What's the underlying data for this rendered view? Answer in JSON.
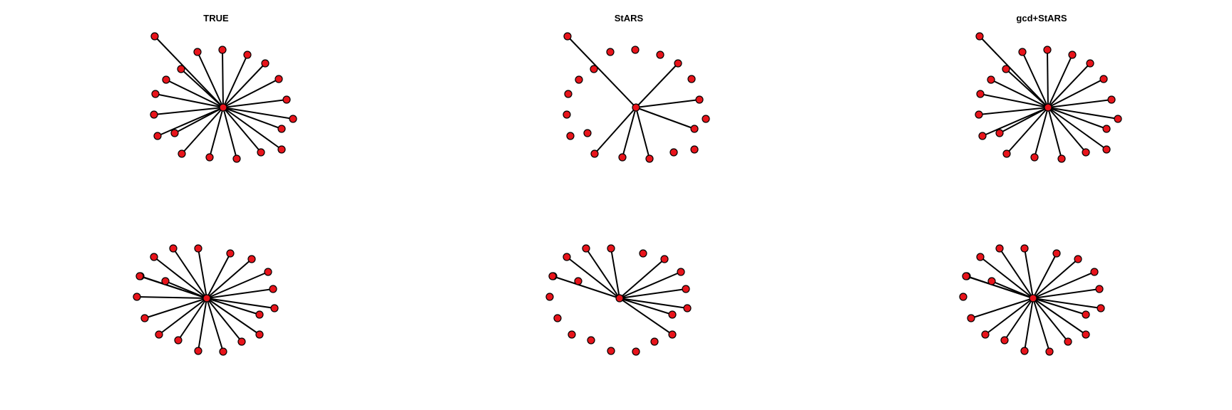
{
  "colors": {
    "node_fill": "#e8141b",
    "node_stroke": "#000000",
    "edge": "#000000",
    "background": "#ffffff"
  },
  "panels": [
    {
      "title": "TRUE",
      "network": "star-1",
      "node_count": 21,
      "hub": 0,
      "edges_to": [
        1,
        2,
        3,
        4,
        5,
        6,
        7,
        8,
        9,
        10,
        11,
        12,
        13,
        14,
        15,
        16,
        17,
        18,
        19,
        20
      ]
    },
    {
      "title": "StARS",
      "network": "star-1",
      "node_count": 21,
      "hub": 0,
      "edges_to": [
        1,
        7,
        9,
        11,
        14,
        15,
        16
      ]
    },
    {
      "title": "gcd+StARS",
      "network": "star-1",
      "node_count": 21,
      "hub": 0,
      "edges_to": [
        1,
        2,
        3,
        4,
        5,
        6,
        7,
        8,
        9,
        10,
        11,
        12,
        13,
        14,
        15,
        16,
        17,
        18,
        19,
        20
      ]
    },
    {
      "title": "",
      "network": "star-2",
      "node_count": 21,
      "hub": 0,
      "edges_to": [
        1,
        2,
        3,
        4,
        5,
        6,
        7,
        8,
        9,
        10,
        11,
        12,
        13,
        14,
        15,
        16,
        17,
        18,
        19,
        20
      ]
    },
    {
      "title": "",
      "network": "star-2",
      "node_count": 21,
      "hub": 0,
      "edges_to": [
        1,
        2,
        4,
        5,
        6,
        7,
        8,
        9,
        19,
        20
      ]
    },
    {
      "title": "",
      "network": "star-2",
      "node_count": 21,
      "hub": 0,
      "edges_to": [
        1,
        2,
        3,
        4,
        5,
        6,
        7,
        8,
        9,
        10,
        11,
        12,
        13,
        14,
        15,
        17,
        18,
        19,
        20
      ]
    }
  ]
}
